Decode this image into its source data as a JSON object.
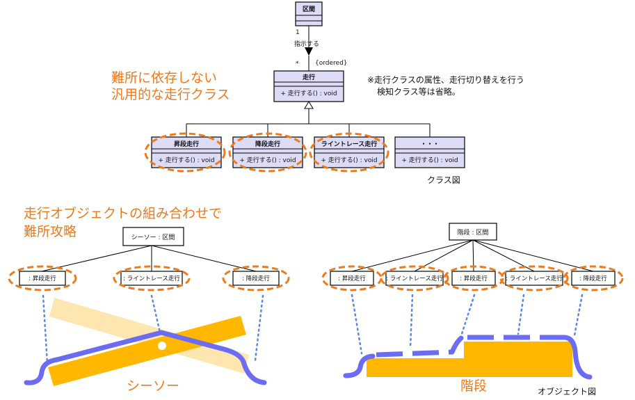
{
  "class_diagram": {
    "top_class": "区間",
    "multiplicity_one": "1",
    "assoc_label": "指示する",
    "multiplicity_many": "*",
    "constraint": "{ordered}",
    "base_class": {
      "name": "走行",
      "method": "+ 走行する() : void"
    },
    "subclasses": [
      {
        "name": "昇段走行",
        "method": "+ 走行する() : void"
      },
      {
        "name": "降段走行",
        "method": "+ 走行する() : void"
      },
      {
        "name": "ライントレース走行",
        "method": "+ 走行する() : void"
      },
      {
        "name": "・・・",
        "method": "+ 走行する() : void"
      }
    ],
    "caption": "クラス図"
  },
  "annotations": {
    "generic_line1": "難所に依存しない",
    "generic_line2": "汎用的な走行クラス",
    "note_line1": "※走行クラスの属性、走行切り替えを行う",
    "note_line2": "検知クラス等は省略。",
    "combo_line1": "走行オブジェクトの組み合わせで",
    "combo_line2": "難所攻略"
  },
  "object_diagram": {
    "seesaw": {
      "parent": "シーソー : 区間",
      "children": [
        ": 昇段走行",
        ": ライントレース走行",
        ": 降段走行"
      ],
      "label": "シーソー"
    },
    "steps": {
      "parent": "階段 : 区間",
      "children": [
        ": 昇段走行",
        ": ライントレース走行",
        ": 昇段走行",
        ": ライントレース走行",
        ": 降段走行"
      ],
      "label": "階段"
    },
    "caption": "オブジェクト図"
  },
  "colors": {
    "accent": "#ee7a1c",
    "class_fill": "#dcdcf6",
    "track": "#6b6cf2",
    "platform": "#ffb700",
    "dotted": "#5a86e6"
  }
}
